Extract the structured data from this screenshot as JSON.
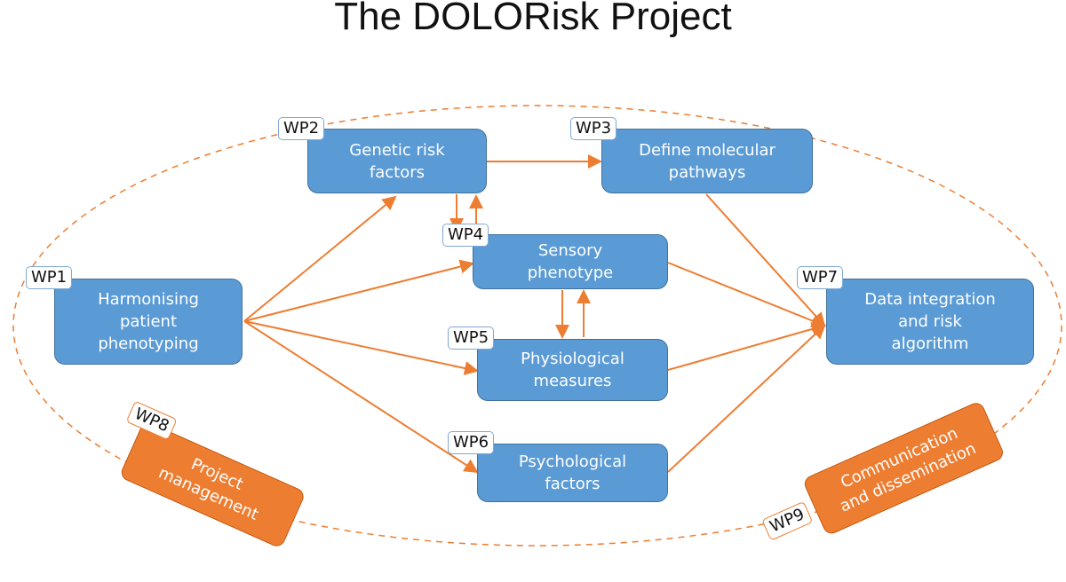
{
  "title": "The DOLORisk Project",
  "colors": {
    "box": "#5b9bd5",
    "accent": "#ed7d31"
  },
  "work_packages": [
    {
      "id": "WP1",
      "label": "Harmonising\npatient\nphenotyping"
    },
    {
      "id": "WP2",
      "label": "Genetic risk\nfactors"
    },
    {
      "id": "WP3",
      "label": "Define molecular\npathways"
    },
    {
      "id": "WP4",
      "label": "Sensory\nphenotype"
    },
    {
      "id": "WP5",
      "label": "Physiological\nmeasures"
    },
    {
      "id": "WP6",
      "label": "Psychological\nfactors"
    },
    {
      "id": "WP7",
      "label": "Data integration\nand risk\nalgorithm"
    },
    {
      "id": "WP8",
      "label": "Project\nmanagement"
    },
    {
      "id": "WP9",
      "label": "Communication\nand dissemination"
    }
  ]
}
